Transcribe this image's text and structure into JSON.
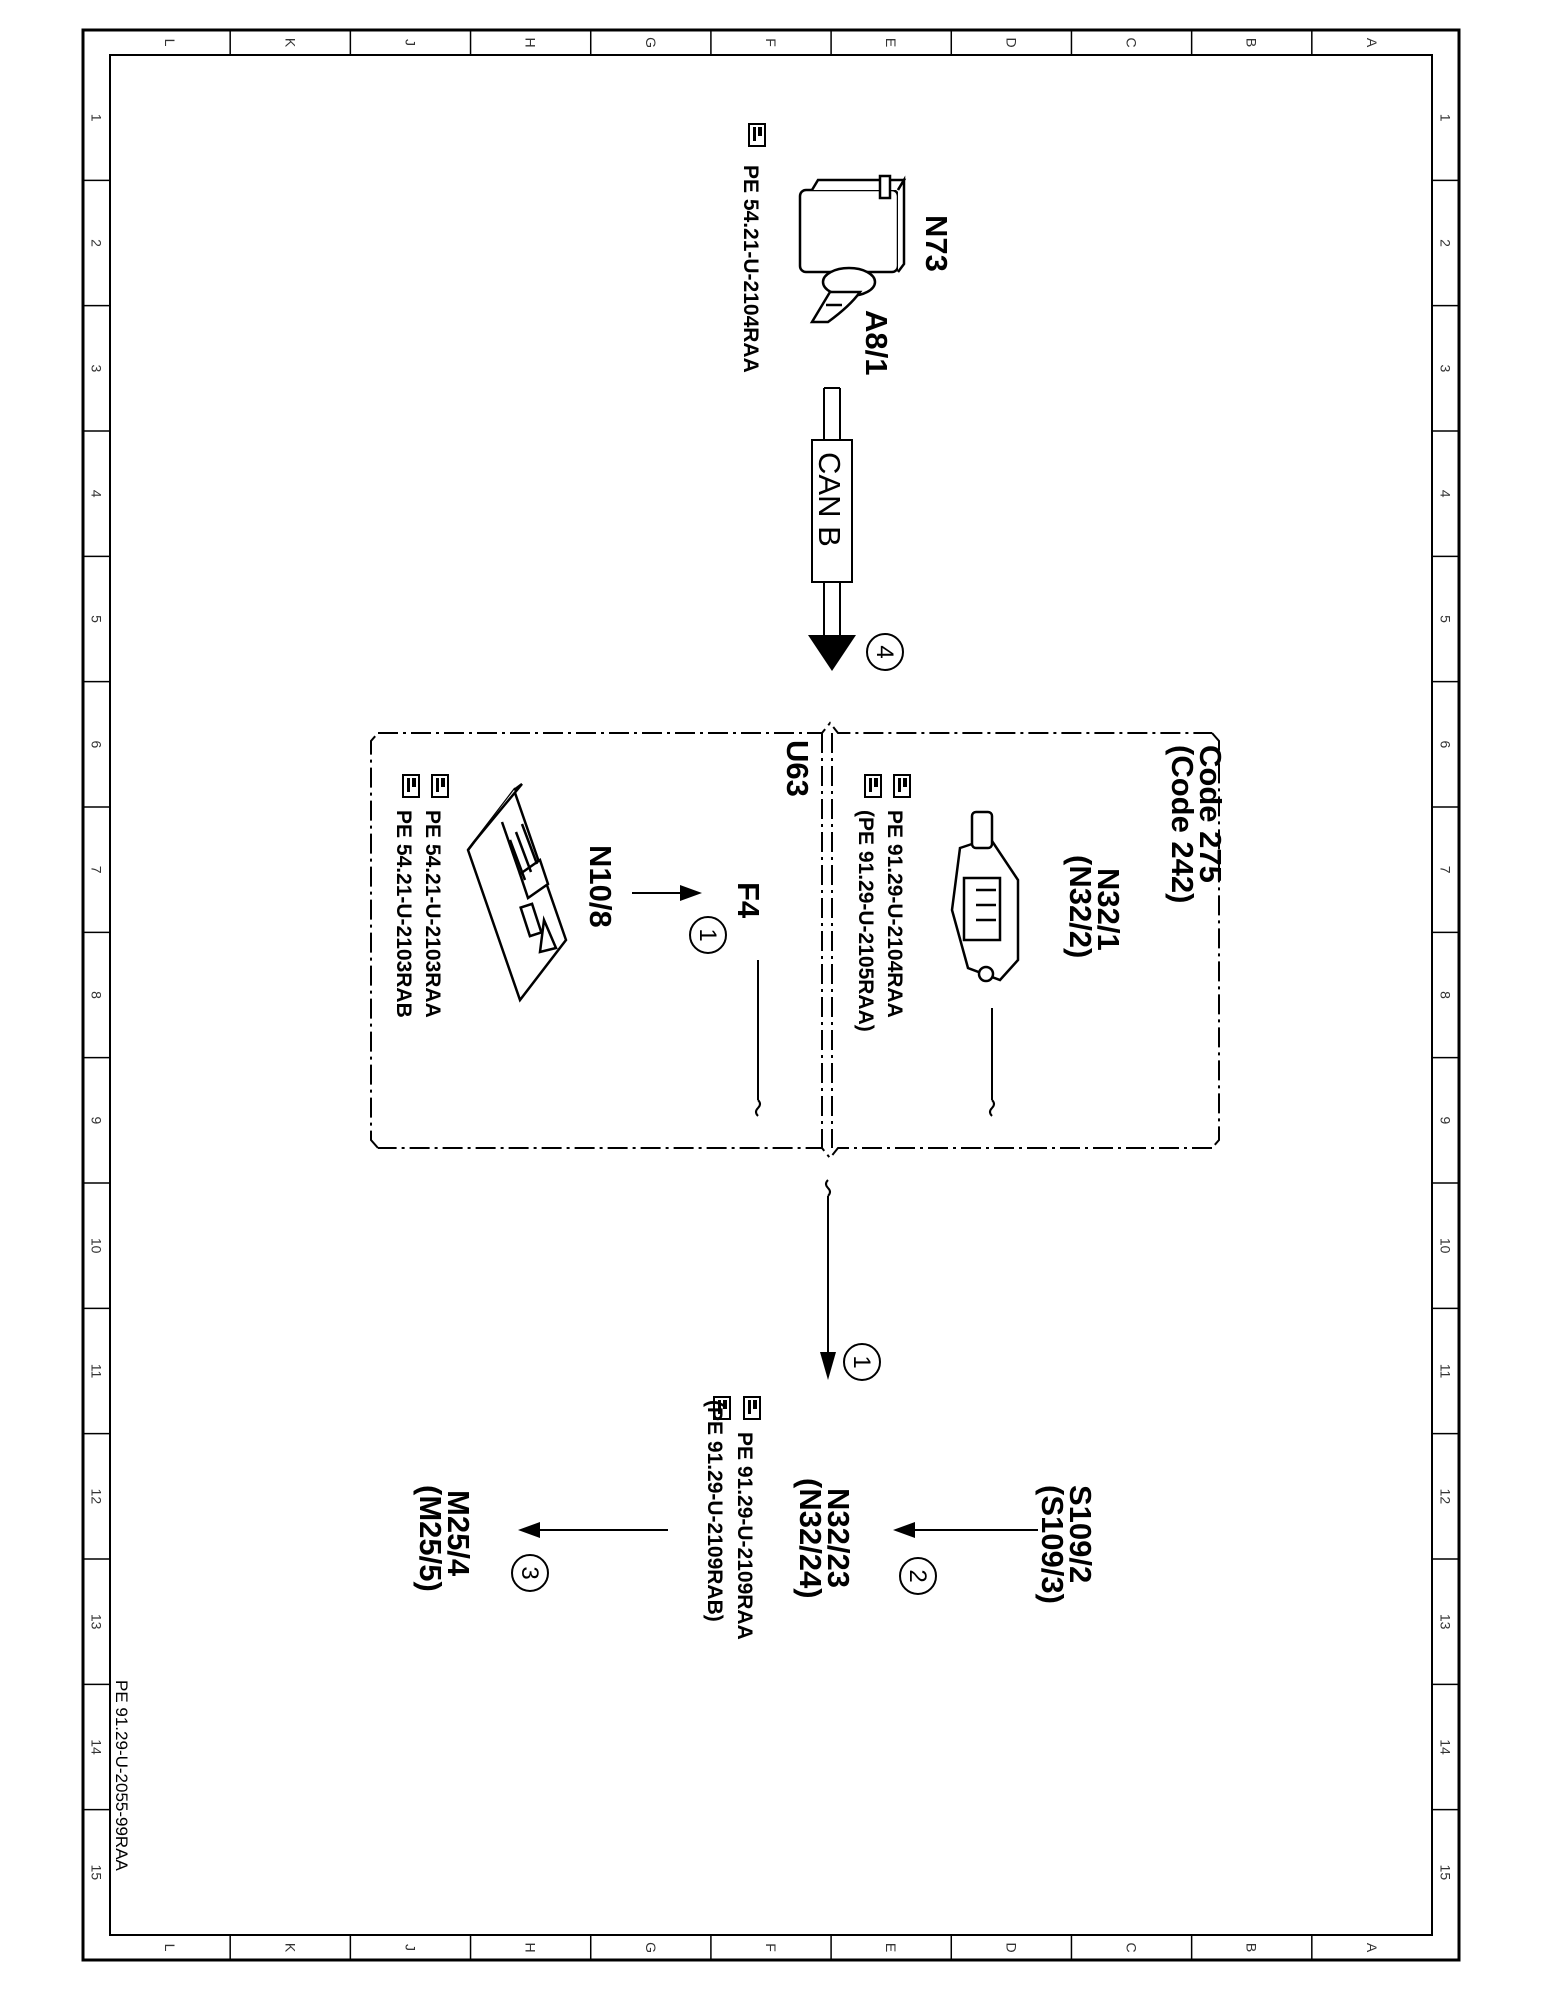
{
  "grid": {
    "columns": [
      "L",
      "K",
      "J",
      "H",
      "G",
      "F",
      "E",
      "D",
      "C",
      "B",
      "A"
    ],
    "rows": [
      "1",
      "2",
      "3",
      "4",
      "5",
      "6",
      "7",
      "8",
      "9",
      "10",
      "11",
      "12",
      "13",
      "14",
      "15"
    ]
  },
  "document_ref": "PE 91.29-U-2055-99RAA",
  "components": {
    "n73": {
      "label": "N73",
      "sub_label": "A8/1",
      "ref": "PE 54.21-U-2104RAA"
    },
    "can_bus": {
      "label": "CAN B",
      "step": "4"
    },
    "u63": {
      "label": "U63",
      "code_line_1": "Code 275",
      "code_line_2": "(Code 242)"
    },
    "n32_1": {
      "label_1": "N32/1",
      "label_2": "(N32/2)",
      "ref_1": "PE 91.29-U-2104RAA",
      "ref_2": "(PE 91.29-U-2105RAA)"
    },
    "f4": {
      "label": "F4"
    },
    "n10_8": {
      "label": "N10/8",
      "step": "1",
      "ref_1": "PE 54.21-U-2103RAA",
      "ref_2": "PE 54.21-U-2103RAB"
    },
    "flow_down": {
      "step": "1"
    },
    "s109": {
      "label_1": "S109/2",
      "label_2": "(S109/3)",
      "step": "2"
    },
    "n32_23": {
      "label_1": "N32/23",
      "label_2": "(N32/24)",
      "ref_1": "PE 91.29-U-2109RAA",
      "ref_2": "(PE 91.29-U-2109RAB)"
    },
    "m25": {
      "label_1": "M25/4",
      "label_2": "(M25/5)",
      "step": "3"
    }
  }
}
